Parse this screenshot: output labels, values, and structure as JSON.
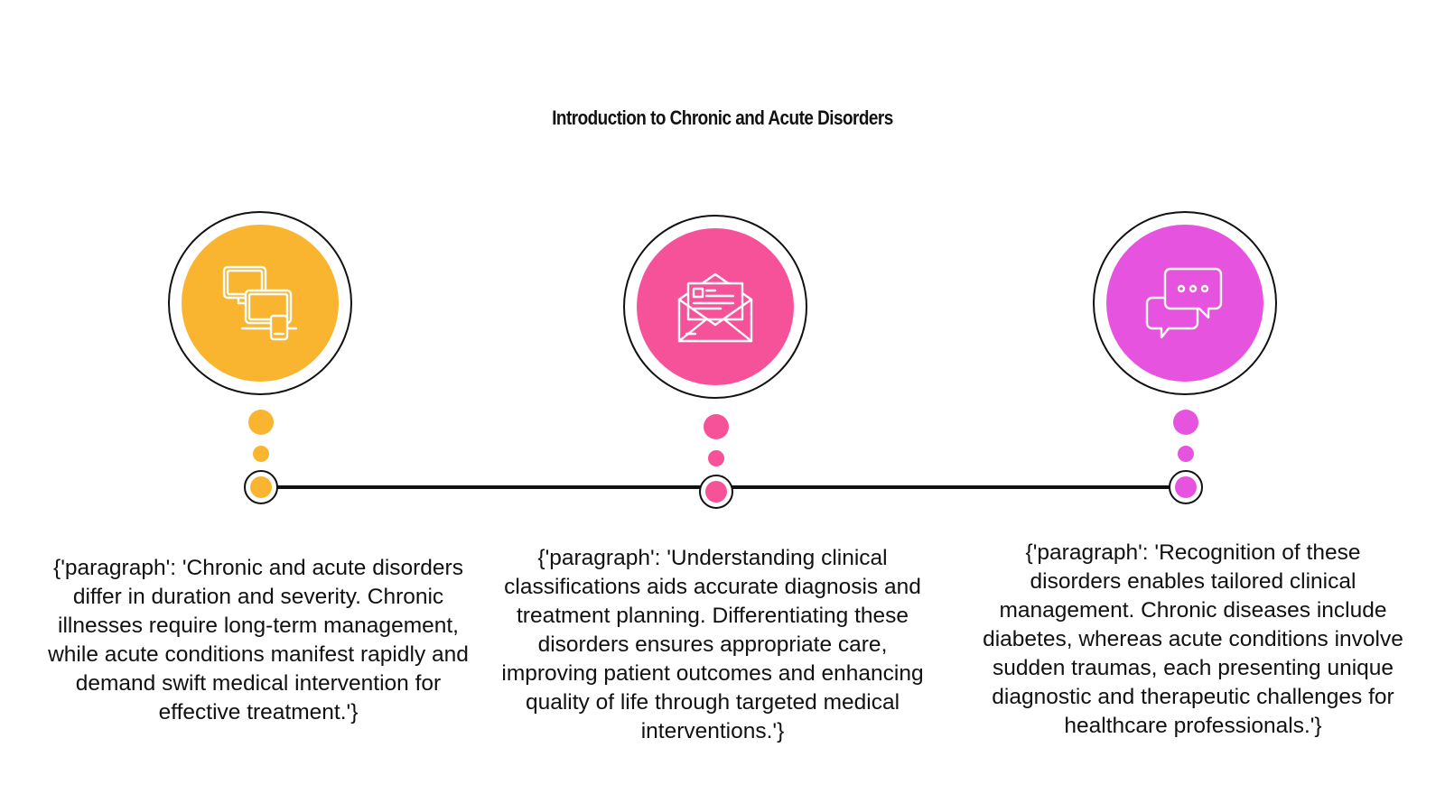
{
  "title": "Introduction to Chronic and Acute Disorders",
  "steps": [
    {
      "icon": "devices-icon",
      "color": "#F9B52F",
      "text": "{'paragraph': 'Chronic and acute disorders differ in duration and severity. Chronic illnesses require long-term management, while acute conditions manifest rapidly and demand swift medical intervention for effective treatment.'}"
    },
    {
      "icon": "envelope-letter-icon",
      "color": "#F5529A",
      "text": "{'paragraph': 'Understanding clinical classifications aids accurate diagnosis and treatment planning. Differentiating these disorders ensures appropriate care, improving patient outcomes and enhancing quality of life through targeted medical interventions.'}"
    },
    {
      "icon": "chat-bubbles-icon",
      "color": "#E653DE",
      "text": "{'paragraph': 'Recognition of these disorders enables tailored clinical management. Chronic diseases include diabetes, whereas acute conditions involve sudden traumas, each presenting unique diagnostic and therapeutic challenges for healthcare professionals.'}"
    }
  ]
}
